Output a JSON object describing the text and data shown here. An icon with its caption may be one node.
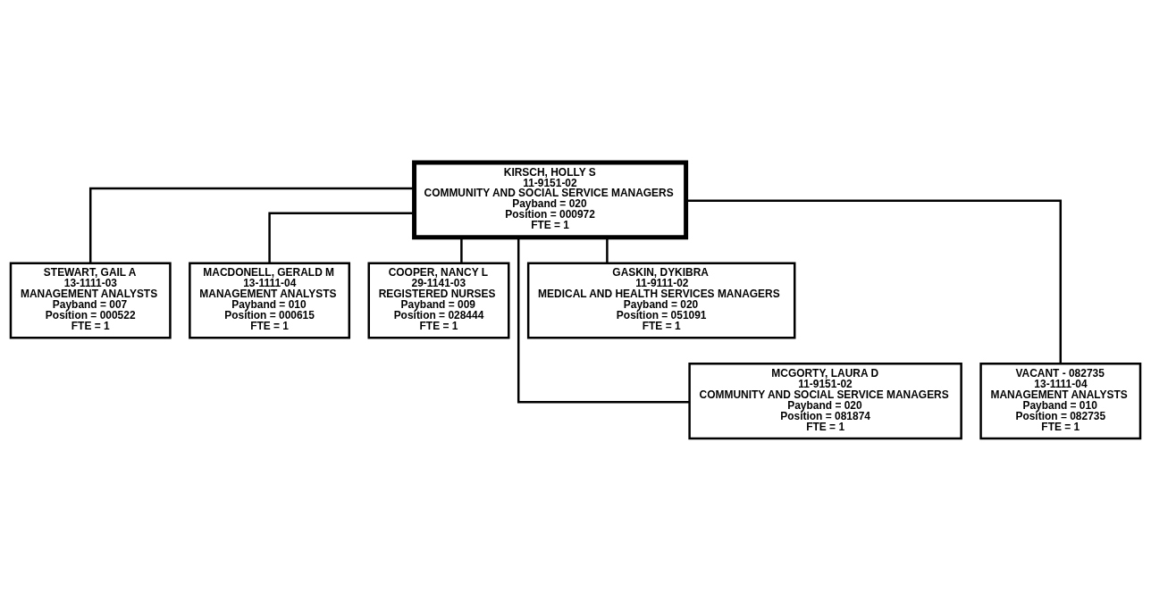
{
  "diagram": {
    "nodes": [
      {
        "text": [
          "KIRSCH, HOLLY S",
          "11-9151-02",
          "COMMUNITY AND SOCIAL SERVICE MANAGERS",
          "Payband = 020",
          "Position = 000972",
          "FTE = 1"
        ]
      },
      {
        "text": [
          "STEWART, GAIL A",
          "13-1111-03",
          "MANAGEMENT ANALYSTS",
          "Payband = 007",
          "Position = 000522",
          "FTE = 1"
        ]
      },
      {
        "text": [
          "MACDONELL, GERALD M",
          "13-1111-04",
          "MANAGEMENT ANALYSTS",
          "Payband = 010",
          "Position = 000615",
          "FTE = 1"
        ]
      },
      {
        "text": [
          "COOPER, NANCY L",
          "29-1141-03",
          "REGISTERED NURSES",
          "Payband = 009",
          "Position = 028444",
          "FTE = 1"
        ]
      },
      {
        "text": [
          "GASKIN, DYKIBRA",
          "11-9111-02",
          "MEDICAL AND HEALTH SERVICES MANAGERS",
          "Payband = 020",
          "Position = 051091",
          "FTE = 1"
        ]
      },
      {
        "text": [
          "MCGORTY, LAURA D",
          "11-9151-02",
          "COMMUNITY AND SOCIAL SERVICE MANAGERS",
          "Payband = 020",
          "Position = 081874",
          "FTE = 1"
        ]
      },
      {
        "text": [
          "VACANT - 082735",
          "13-1111-04",
          "MANAGEMENT ANALYSTS",
          "Payband = 010",
          "Position = 082735",
          "FTE = 1"
        ]
      }
    ],
    "edges": [
      {
        "from": 0,
        "to": 1,
        "arrow": "none"
      },
      {
        "from": 0,
        "to": 2,
        "arrow": "none"
      },
      {
        "from": 0,
        "to": 3,
        "arrow": "none"
      },
      {
        "from": 0,
        "to": 4,
        "arrow": "none"
      },
      {
        "from": 0,
        "to": 5,
        "arrow": "none"
      },
      {
        "from": 0,
        "to": 6,
        "arrow": "none"
      }
    ]
  }
}
